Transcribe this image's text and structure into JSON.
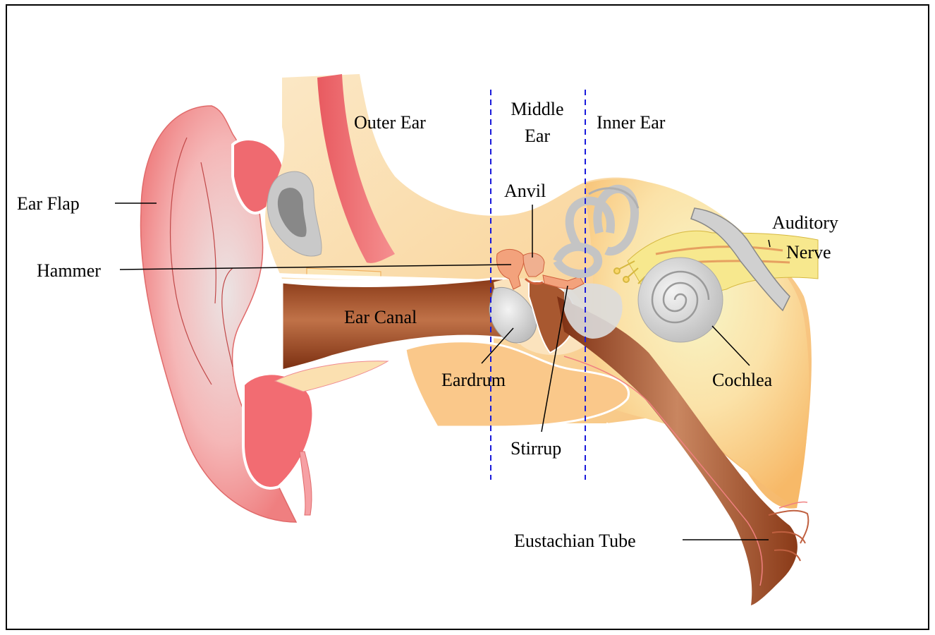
{
  "diagram": {
    "regions": {
      "outer_ear": "Outer Ear",
      "middle_ear_line1": "Middle",
      "middle_ear_line2": "Ear",
      "inner_ear": "Inner Ear"
    },
    "labels": {
      "ear_flap": "Ear Flap",
      "hammer": "Hammer",
      "ear_canal": "Ear Canal",
      "anvil": "Anvil",
      "eardrum": "Eardrum",
      "stirrup": "Stirrup",
      "auditory_line1": "Auditory",
      "auditory_line2": "Nerve",
      "cochlea": "Cochlea",
      "eustachian_tube": "Eustachian Tube"
    },
    "colors": {
      "flap_pink": "#f59a9a",
      "skin": "#f9c98a",
      "canal_brown": "#a0522d",
      "bone_gray": "#c8c8c8",
      "nerve_yellow": "#f5e58a",
      "divider_blue": "#1a1adb"
    }
  }
}
